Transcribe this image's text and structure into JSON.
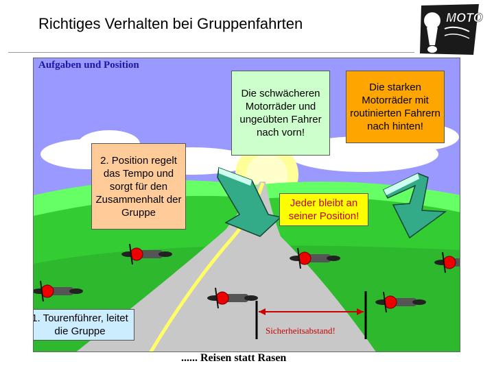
{
  "header": {
    "title": "Richtiges Verhalten bei Gruppenfahrten",
    "logo_text": "MOTO"
  },
  "section_title": "Aufgaben und Position",
  "boxes": {
    "weaker": "Die schwächeren Motorräder und ungeübten Fahrer nach vorn!",
    "stronger": "Die starken Motorräder mit routinierten Fahrern nach hinten!",
    "position2": "2. Position regelt das Tempo und sorgt für den Zusammenhalt der Gruppe",
    "stay": "Jeder bleibt an seiner Position!",
    "leader": "1. Tourenführer, leitet die Gruppe"
  },
  "distance_label": "Sicherheitsabstand!",
  "footer": "...... Reisen statt Rasen",
  "colors": {
    "sky": "#9999ff",
    "grass": "#33cc33",
    "road": "#c8c8c8",
    "arrow": "#33aa88",
    "bike_red": "#ee0000"
  }
}
